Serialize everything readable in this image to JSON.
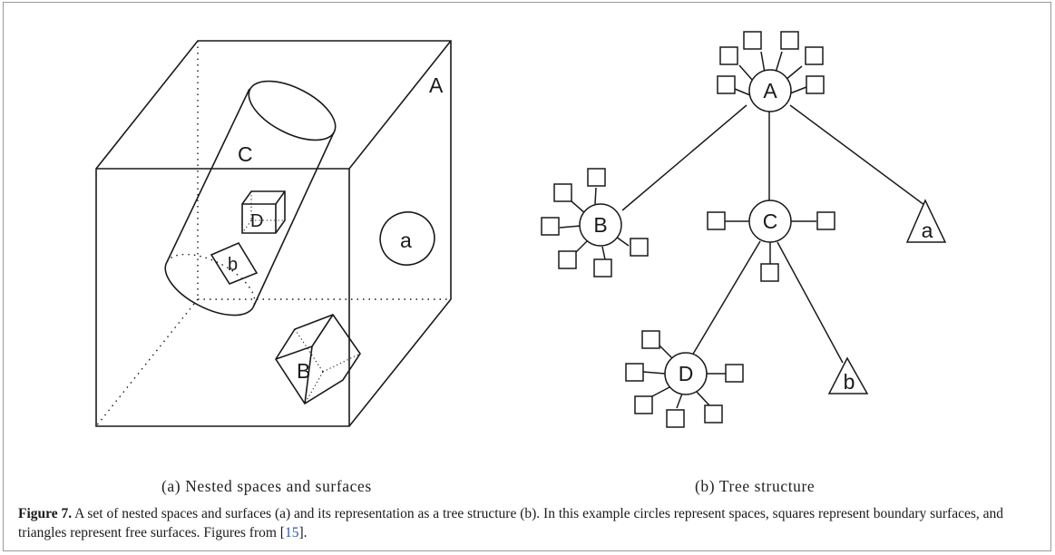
{
  "panel_a": {
    "labels": {
      "space_A": "A",
      "space_C": "C",
      "space_D": "D",
      "space_B": "B",
      "surface_a": "a",
      "surface_b": "b"
    },
    "caption": "(a)  Nested spaces and surfaces"
  },
  "panel_b": {
    "nodes": {
      "A": "A",
      "B": "B",
      "C": "C",
      "D": "D",
      "a": "a",
      "b": "b"
    },
    "caption": "(b)  Tree structure"
  },
  "caption": {
    "label": "Figure 7.",
    "text_1": " A set of nested spaces and surfaces (a) and its representation as a tree structure (b). In this example circles represent spaces, squares represent boundary surfaces, and triangles represent free surfaces. Figures from [",
    "citation": "15",
    "text_2": "]."
  }
}
